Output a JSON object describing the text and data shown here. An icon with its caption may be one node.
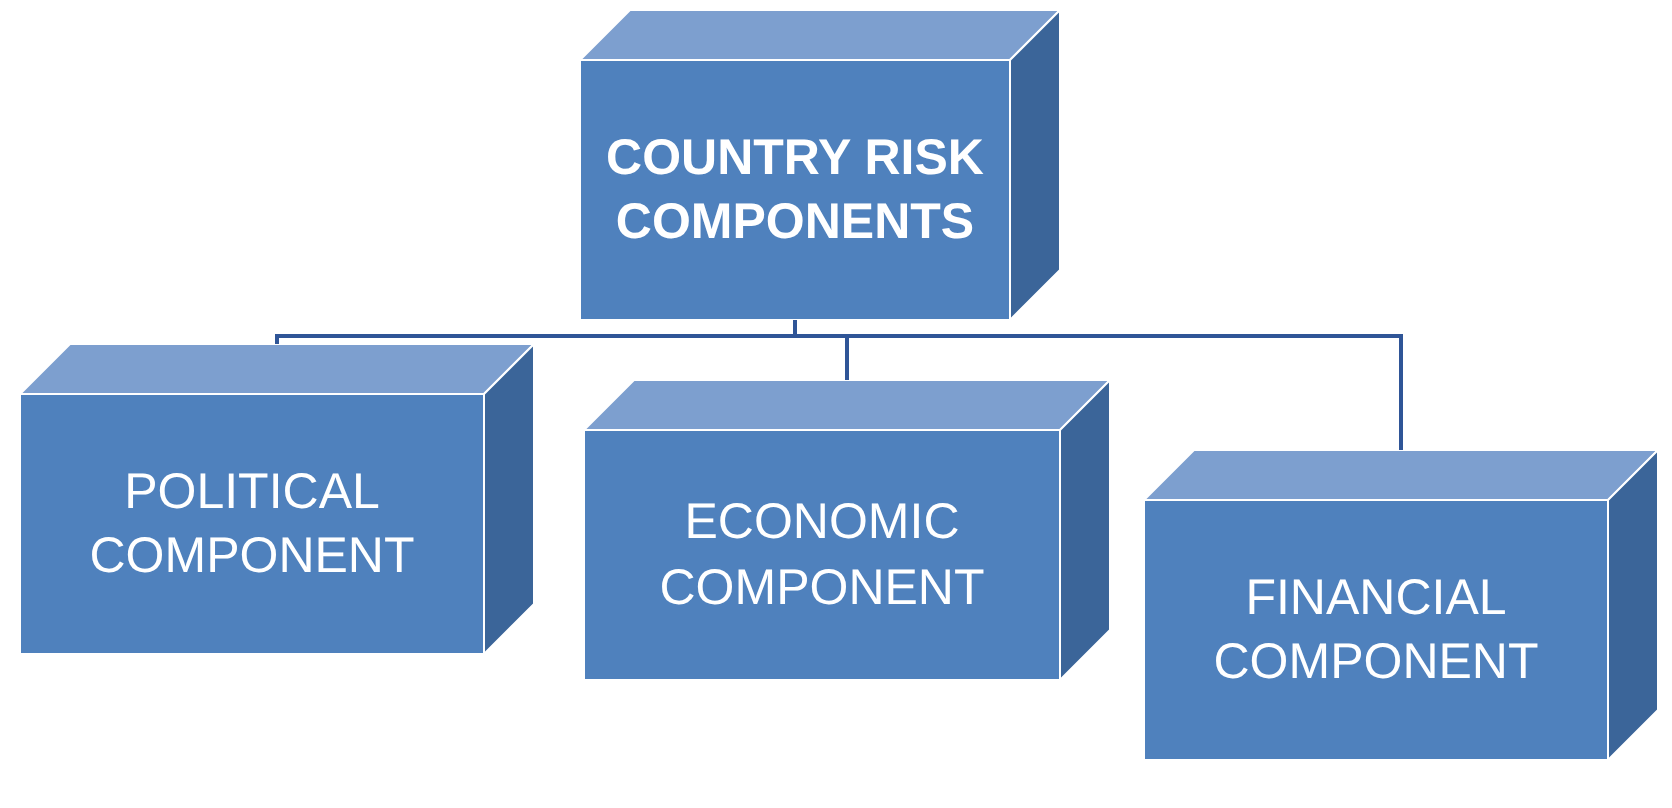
{
  "diagram": {
    "nodes": [
      {
        "text": [
          "COUNTRY RISK COMPONENTS"
        ]
      },
      {
        "text": [
          "POLITICAL COMPONENT"
        ]
      },
      {
        "text": [
          "ECONOMIC COMPONENT"
        ]
      },
      {
        "text": [
          "FINANCIAL COMPONENT"
        ]
      }
    ],
    "edges": [
      {
        "from": 0,
        "to": 1,
        "arrow": "none"
      },
      {
        "from": 0,
        "to": 2,
        "arrow": "none"
      },
      {
        "from": 0,
        "to": 3,
        "arrow": "none"
      }
    ]
  }
}
